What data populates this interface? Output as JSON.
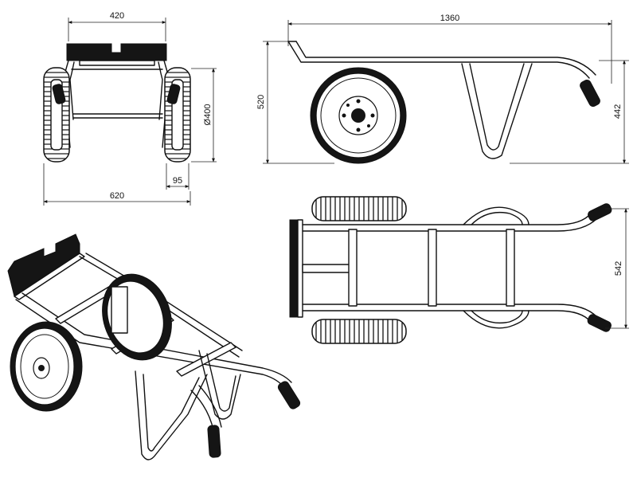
{
  "dimensions": {
    "front_width": "420",
    "front_overall_width": "620",
    "wheel_diameter": "Ø400",
    "wheel_width": "95",
    "side_length": "1360",
    "side_height": "520",
    "handle_height": "442",
    "top_width": "542"
  },
  "colors": {
    "line": "#111111",
    "background": "#ffffff",
    "tire_fill": "#151515"
  }
}
